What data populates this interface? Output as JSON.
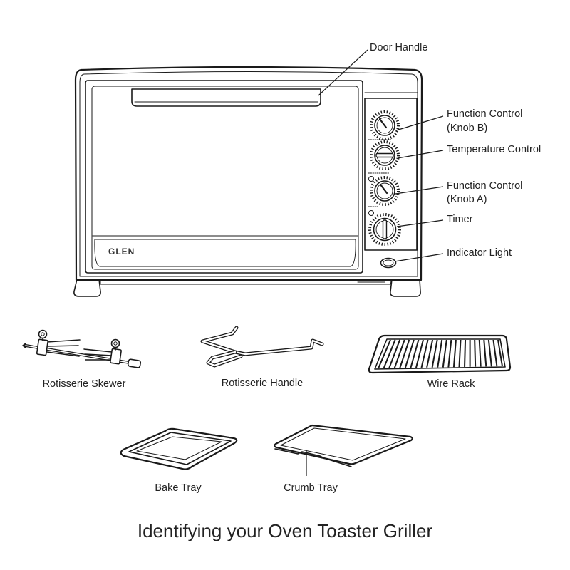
{
  "diagram": {
    "title": "Identifying your Oven Toaster Griller",
    "brand": "GLEN",
    "callouts": {
      "door_handle": "Door Handle",
      "function_control_b": {
        "line1": "Function Control",
        "line2": "(Knob B)"
      },
      "temperature_control": "Temperature Control",
      "function_control_a": {
        "line1": "Function Control",
        "line2": "(Knob A)"
      },
      "timer": "Timer",
      "indicator_light": "Indicator Light"
    },
    "accessories": {
      "rotisserie_skewer": "Rotisserie Skewer",
      "rotisserie_handle": "Rotisserie Handle",
      "wire_rack": "Wire Rack",
      "bake_tray": "Bake Tray",
      "crumb_tray": "Crumb Tray"
    },
    "colors": {
      "line": "#1a1a1a",
      "text": "#222222",
      "background": "#ffffff"
    }
  }
}
